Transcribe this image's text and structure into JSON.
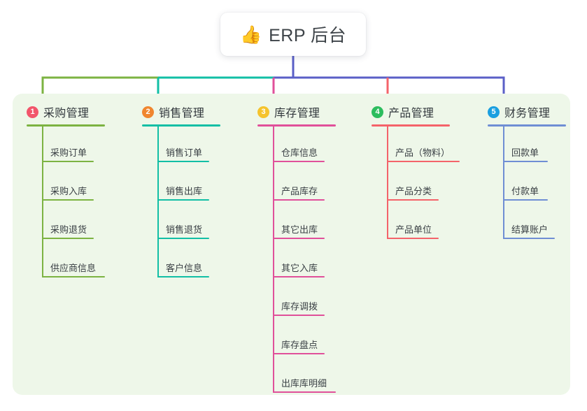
{
  "root": {
    "icon": "thumbs-up-icon",
    "icon_glyph": "👍",
    "label": "ERP 后台"
  },
  "panel": {
    "background_color": "#eef7e9"
  },
  "connectors": {
    "trunk_color": "#5a5fc7",
    "bus_segments": [
      {
        "color": "#7cb342",
        "from": "col1",
        "to": "col2"
      },
      {
        "color": "#12bfa5",
        "from": "col2",
        "to": "col3"
      },
      {
        "color": "#5a5fc7",
        "from": "col3",
        "to": "col5"
      }
    ]
  },
  "columns": [
    {
      "index": "1",
      "badge_number": "1",
      "badge_color": "#f2556b",
      "line_color": "#7cb342",
      "title": "采购管理",
      "drop_color": "#7cb342",
      "head_rule_width": 112,
      "items": [
        {
          "label": "采购订单",
          "rule_width": 74
        },
        {
          "label": "采购入库",
          "rule_width": 74
        },
        {
          "label": "采购退货",
          "rule_width": 74
        },
        {
          "label": "供应商信息",
          "rule_width": 90
        }
      ]
    },
    {
      "index": "2",
      "badge_number": "2",
      "badge_color": "#f0862f",
      "line_color": "#12bfa5",
      "title": "销售管理",
      "drop_color": "#12bfa5",
      "head_rule_width": 112,
      "items": [
        {
          "label": "销售订单",
          "rule_width": 74
        },
        {
          "label": "销售出库",
          "rule_width": 74
        },
        {
          "label": "销售退货",
          "rule_width": 74
        },
        {
          "label": "客户信息",
          "rule_width": 74
        }
      ]
    },
    {
      "index": "3",
      "badge_number": "3",
      "badge_color": "#f5c32c",
      "line_color": "#e0509a",
      "title": "库存管理",
      "drop_color": "#e0509a",
      "head_rule_width": 112,
      "items": [
        {
          "label": "仓库信息",
          "rule_width": 74
        },
        {
          "label": "产品库存",
          "rule_width": 74
        },
        {
          "label": "其它出库",
          "rule_width": 74
        },
        {
          "label": "其它入库",
          "rule_width": 74
        },
        {
          "label": "库存调拨",
          "rule_width": 74
        },
        {
          "label": "库存盘点",
          "rule_width": 74
        },
        {
          "label": "出库库明细",
          "rule_width": 90
        }
      ]
    },
    {
      "index": "4",
      "badge_number": "4",
      "badge_color": "#2cbd5e",
      "line_color": "#f4636a",
      "title": "产品管理",
      "drop_color": "#f4636a",
      "head_rule_width": 112,
      "items": [
        {
          "label": "产品（物料）",
          "rule_width": 104
        },
        {
          "label": "产品分类",
          "rule_width": 74
        },
        {
          "label": "产品单位",
          "rule_width": 74
        }
      ]
    },
    {
      "index": "5",
      "badge_number": "5",
      "badge_color": "#1a9fe0",
      "line_color": "#6f8ed4",
      "title": "财务管理",
      "drop_color": "#5a5fc7",
      "head_rule_width": 112,
      "items": [
        {
          "label": "回款单",
          "rule_width": 64
        },
        {
          "label": "付款单",
          "rule_width": 64
        },
        {
          "label": "结算账户",
          "rule_width": 74
        }
      ]
    }
  ]
}
